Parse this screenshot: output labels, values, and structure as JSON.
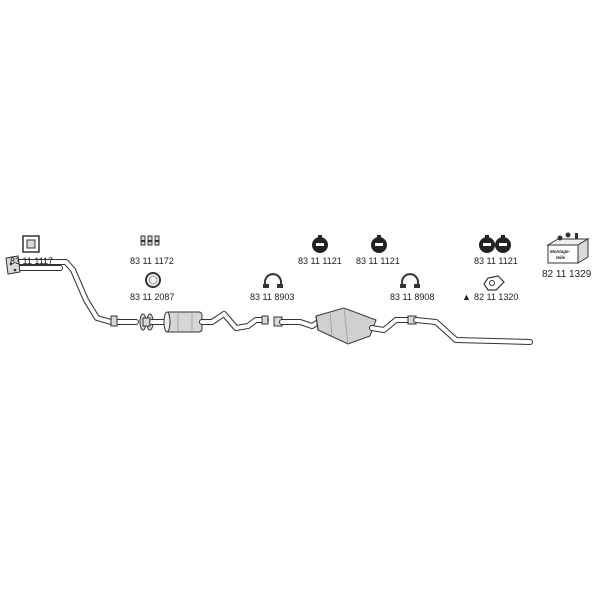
{
  "parts": [
    {
      "id": "gasket",
      "number": "83 11 1117",
      "icon": "flange-gasket-icon"
    },
    {
      "id": "bolts",
      "number": "83 11 1172",
      "icon": "bolt-set-icon"
    },
    {
      "id": "ring",
      "number": "83 11 2087",
      "icon": "sealing-ring-icon"
    },
    {
      "id": "clamp-1",
      "number": "83 11 8903",
      "icon": "pipe-clamp-icon"
    },
    {
      "id": "hanger-1",
      "number": "83 11 1121",
      "icon": "rubber-hanger-icon"
    },
    {
      "id": "hanger-2",
      "number": "83 11 1121",
      "icon": "rubber-hanger-icon"
    },
    {
      "id": "clamp-2",
      "number": "83 11 8908",
      "icon": "pipe-clamp-icon"
    },
    {
      "id": "hanger-3",
      "number": "83 11 1121",
      "icon": "rubber-hanger-icon"
    },
    {
      "id": "bracket",
      "number": "82 11 1320",
      "prefix": "▲",
      "icon": "mounting-bracket-icon"
    },
    {
      "id": "kit",
      "number": "82 11 1329",
      "icon": "mounting-kit-box-icon",
      "box_text": [
        "Montage-",
        "teile"
      ]
    }
  ],
  "colors": {
    "line": "#333333",
    "fill": "#d9d9d9",
    "dark": "#222222"
  }
}
